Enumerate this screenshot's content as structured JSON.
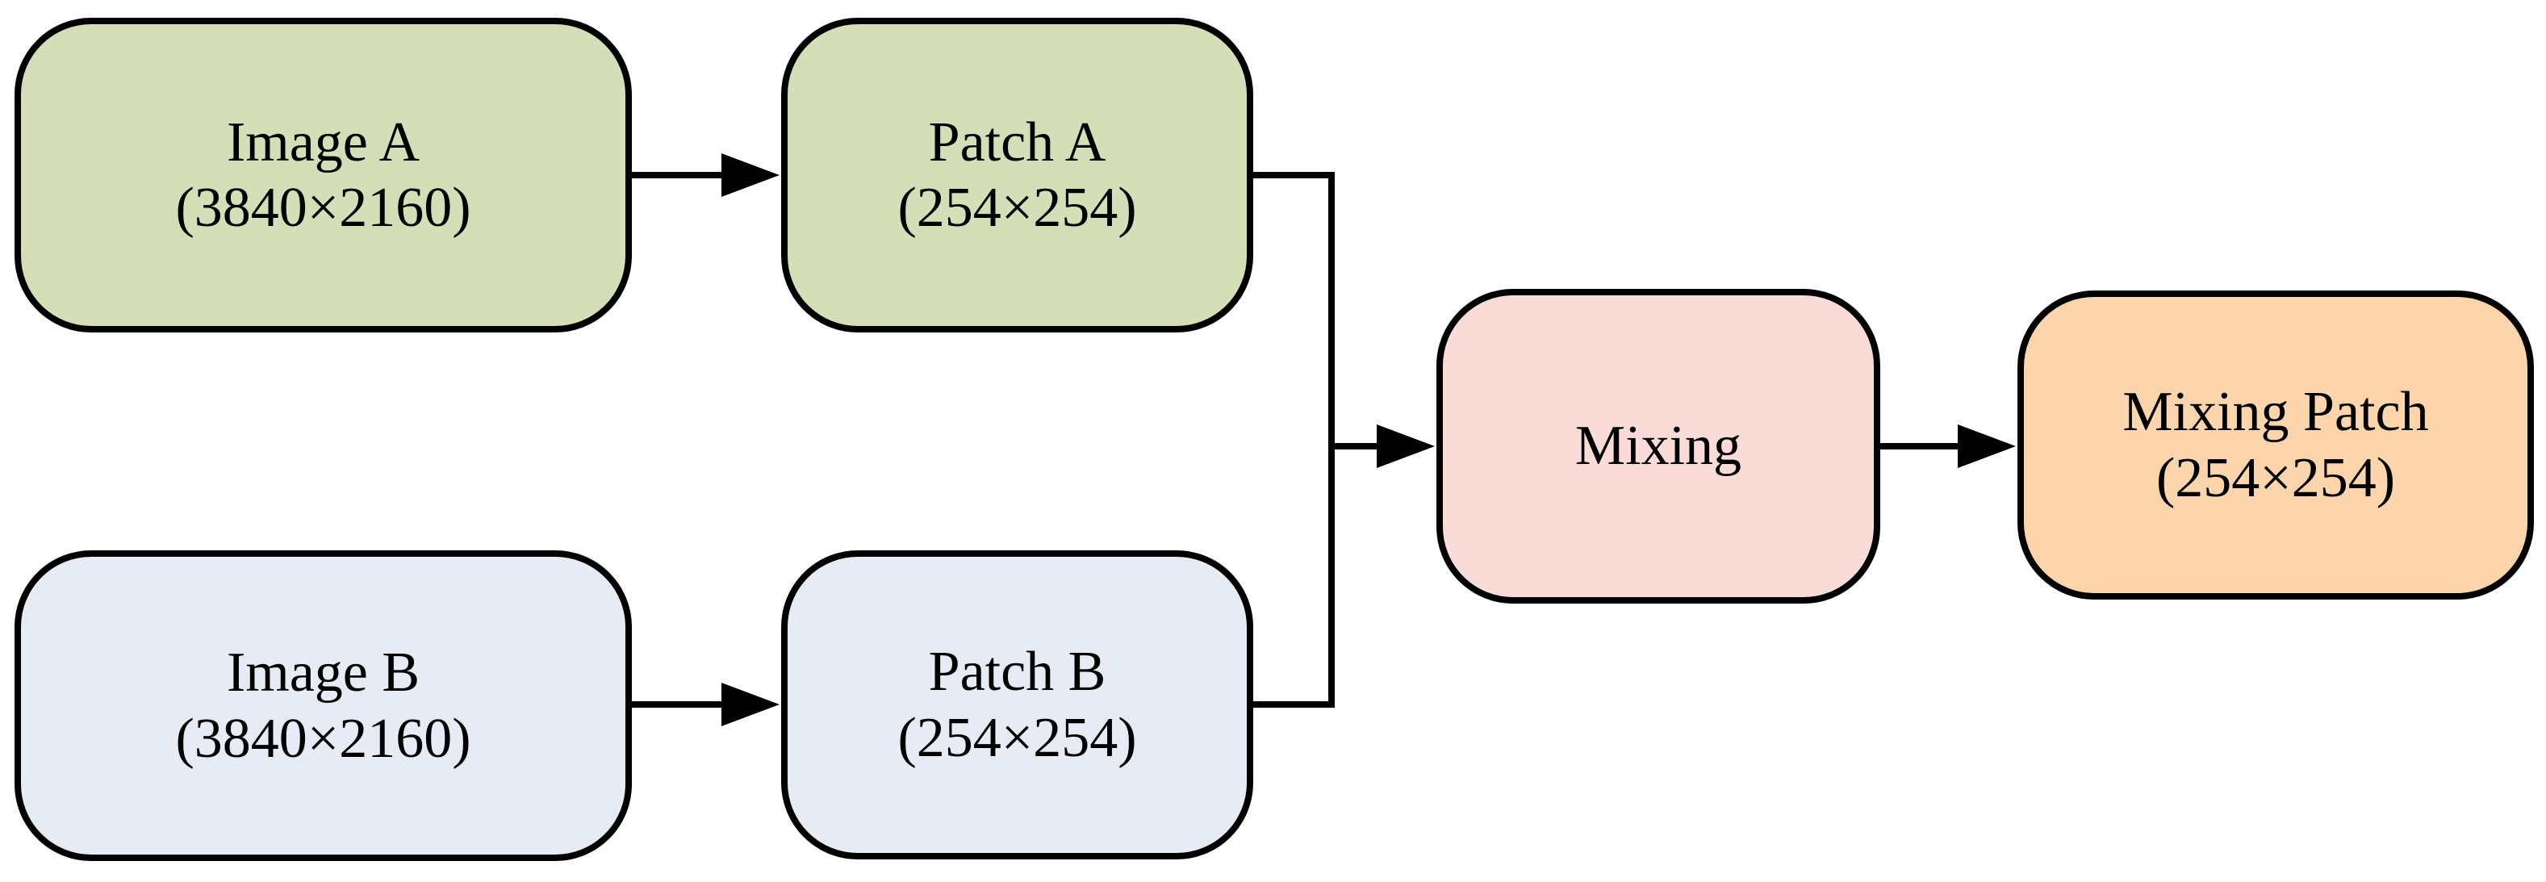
{
  "colors": {
    "ink": "#000000",
    "background": "#ffffff",
    "green_fill": "#D4DFB7",
    "blue_fill": "#E7EBF4",
    "pink_fill": "#F9DBD7",
    "orange_fill": "#FCD5AC"
  },
  "diagram": {
    "nodes": [
      {
        "id": "image-a",
        "label": "Image A",
        "dims": "(3840×2160)",
        "fill": "#D4DFB7"
      },
      {
        "id": "patch-a",
        "label": "Patch A",
        "dims": "(254×254)",
        "fill": "#D4DFB7"
      },
      {
        "id": "image-b",
        "label": "Image B",
        "dims": "(3840×2160)",
        "fill": "#E7EBF4"
      },
      {
        "id": "patch-b",
        "label": "Patch B",
        "dims": "(254×254)",
        "fill": "#E7EBF4"
      },
      {
        "id": "mixing",
        "label": "Mixing",
        "fill": "#F9DBD7"
      },
      {
        "id": "mixing-patch",
        "label": "Mixing Patch",
        "dims": "(254×254)",
        "fill": "#FCD5AC"
      }
    ],
    "edges": [
      {
        "from": "image-a",
        "to": "patch-a",
        "arrow": true
      },
      {
        "from": "image-b",
        "to": "patch-b",
        "arrow": true
      },
      {
        "from": "patch-a",
        "to": "merge-junction",
        "arrow": false
      },
      {
        "from": "patch-b",
        "to": "merge-junction",
        "arrow": false
      },
      {
        "from": "merge-junction",
        "to": "mixing",
        "arrow": true
      },
      {
        "from": "mixing",
        "to": "mixing-patch",
        "arrow": true
      }
    ]
  }
}
